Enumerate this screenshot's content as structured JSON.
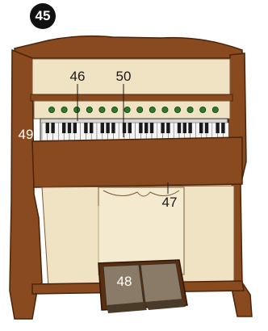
{
  "figure_number": "45",
  "labels": {
    "stops": "46",
    "knee_panel": "47",
    "pedals": "48",
    "case": "49",
    "keyboard": "50"
  },
  "colors": {
    "wood": "#8a4a1f",
    "wood_dark": "#5c2e10",
    "panel": "#efe3c4",
    "panel_shadow": "#d9c9a4",
    "stop_knob": "#2f7a2a",
    "key_white": "#f4f4f2",
    "key_black": "#1a1a1a",
    "pedal": "#8a7b68",
    "label_dark": "#1a1a1a",
    "label_light": "#ffffff"
  },
  "stop_count": 14
}
